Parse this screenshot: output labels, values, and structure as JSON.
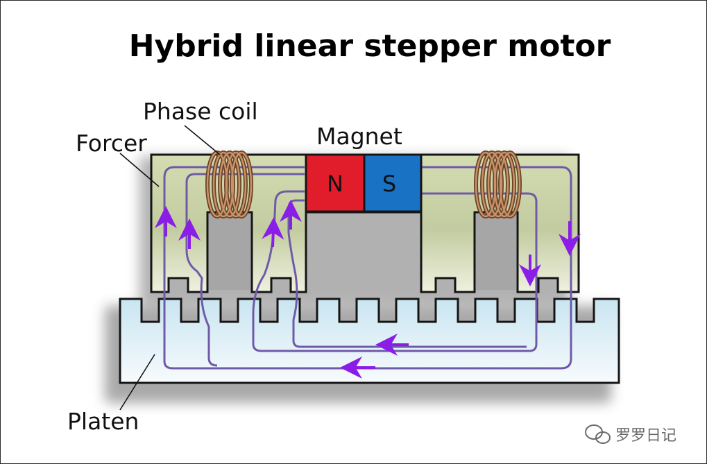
{
  "title": "Hybrid linear stepper motor",
  "labels": {
    "phase_coil": "Phase coil",
    "forcer": "Forcer",
    "magnet": "Magnet",
    "platen": "Platen"
  },
  "magnet_poles": {
    "north": "N",
    "south": "S"
  },
  "watermark": {
    "text": "罗罗日记",
    "icon": "wechat-icon"
  },
  "colors": {
    "forcer": "#c8d1a6",
    "platen": "#d9eef6",
    "magnet_north": "#e11d2b",
    "magnet_south": "#1a72c4",
    "flux_path": "#6f5aa8",
    "flux_arrow": "#8a1ee6",
    "coil": "#9a6a42"
  }
}
